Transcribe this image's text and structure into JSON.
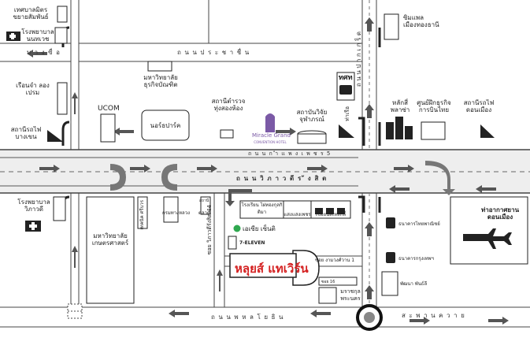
{
  "roads": {
    "prachachuen": "ถ น น ป ร ะ ช า ชื่ น",
    "bang_sue": "บ า ง ซื่ อ",
    "kamphaeng_phet": "ถ น น ก ำ แ พ ง เ พ ช ร 5",
    "vibhavadi": "ถ น น วิ ภ า ว ดี ร ั ง สิ ต",
    "phahonyothin": "ถ น น พ ห ล โ ย ธิ น",
    "saphan_khwai": "ส ะ พ า น ค ว า ย",
    "pak_kret": "ถ น น ป า ก เ ก ร็ ด",
    "vibhavadi_soi": "ซอย วิภาวดีรังสิต 44",
    "soi_ngam": "ซอย งามวงศ์วาน 1"
  },
  "places": {
    "tessaban": "เทศบาลมิตร ขยายสัมพันธ์",
    "hosp_nonthavej": "โรงพยาบาล นนทเวช",
    "sim_phaeng": "ซิมแพล เมืองทองธานี",
    "rueanchat": "เรือนจำ ลองเปรม",
    "bts_bangkhen": "สถานีรถไฟ บางเขน",
    "ucom": "UCOM",
    "dhurakij": "มหาวิทยาลัย ธุรกิจบัณฑิต",
    "northpark": "นอร์ธปาร์ค",
    "police_station": "สถานีตำรวจ ทุ่งสองห้อง",
    "miracle": "Miracle Grand",
    "miracle_sub": "CONVENTION HOTEL",
    "chulabhorn": "สถาบันวิจัย จุฬาภรณ์",
    "tot": "ทศท",
    "golf": "ท่าเรือ",
    "dkt": "หลักสี่ พลาซ่า",
    "it_center": "ศูนย์ฝึกธุรกิจ การบินไทย",
    "bts_donmuang": "สถานีรถไฟ ดอนเมือง",
    "hosp_vibhavadi": "โรงพยาบาล วิภาวดี",
    "kasetsart": "มหาวิทยาลัย เกษตรศาสตร์",
    "school_cross": "เทคนิค ศรีบวร",
    "bangkok_bank_label": "กรมทางหลวง",
    "market": "ตลาด",
    "building_a": "โรงเรียน ไผ่ทองกุลกิติมา",
    "building_b": "แสงแสงเพชร",
    "building_c": "เชื่อยนต์เหลักลี้",
    "aeon": "เอเซีย เซ็นติ",
    "seven": "7-ELEVEN",
    "hotel": "หลุยส์ แทเวิร์น",
    "bank_thai": "ธนาคารไทยพาณิชย์",
    "bank_krung": "ธนาคารกรุงเทพฯ",
    "kfc": "พัฒนา พันธ์ลี",
    "wat": "มราชกุล พระนคร",
    "airport": "ท่าอากาศยาน ดอนเมือง",
    "tiny": "ซอย 16",
    "station_small": "สถานี"
  },
  "colors": {
    "hotel": "#d42020",
    "road_fill": "#e3e3e3",
    "dark": "#222222",
    "marker": "#2fa84f"
  },
  "icons": [
    "phone-icon",
    "hospital-icon",
    "train-icon",
    "car-icon",
    "bank-icon",
    "airplane-icon",
    "u-turn-icon",
    "roundabout-icon",
    "building-icon"
  ]
}
